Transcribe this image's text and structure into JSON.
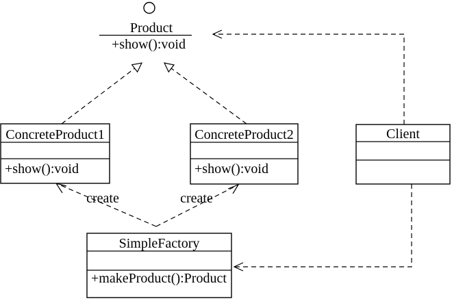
{
  "diagram": {
    "kind": "uml-class-diagram",
    "colors": {
      "stroke": "#000000",
      "background": "#ffffff"
    },
    "interface": {
      "name": "Product",
      "operation": "+show():void"
    },
    "classes": {
      "concrete_product1": {
        "name": "ConcreteProduct1",
        "operation": "+show():void"
      },
      "concrete_product2": {
        "name": "ConcreteProduct2",
        "operation": "+show():void"
      },
      "client": {
        "name": "Client"
      },
      "simple_factory": {
        "name": "SimpleFactory",
        "operation": "+makeProduct():Product"
      }
    },
    "relationships": {
      "create_label_left": "create",
      "create_label_right": "create"
    }
  }
}
